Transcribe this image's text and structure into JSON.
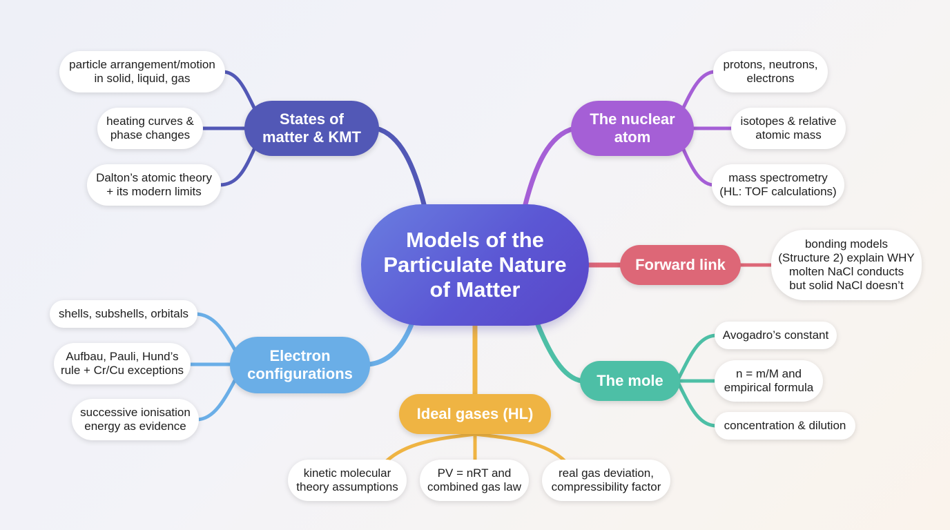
{
  "center": {
    "label": "Models of the\nParticulate Nature\nof Matter"
  },
  "colors": {
    "center": "#5b57d4",
    "states": "#5258b6",
    "nuclear": "#a55fd6",
    "forward": "#dd6777",
    "electron": "#6aaee7",
    "mole": "#4dbfa6",
    "ideal": "#efb443"
  },
  "branches": {
    "states": {
      "label": "States of\nmatter & KMT",
      "leaves": [
        "particle arrangement/motion\nin solid, liquid, gas",
        "heating curves &\nphase changes",
        "Dalton’s atomic theory\n+ its modern limits"
      ]
    },
    "nuclear": {
      "label": "The nuclear\natom",
      "leaves": [
        "protons, neutrons,\nelectrons",
        "isotopes & relative\natomic mass",
        "mass spectrometry\n(HL: TOF calculations)"
      ]
    },
    "forward": {
      "label": "Forward link",
      "leaves": [
        "bonding models\n(Structure 2) explain WHY\nmolten NaCl conducts\nbut solid NaCl doesn’t"
      ]
    },
    "electron": {
      "label": "Electron\nconfigurations",
      "leaves": [
        "shells, subshells, orbitals",
        "Aufbau, Pauli, Hund’s\nrule + Cr/Cu exceptions",
        "successive ionisation\nenergy as evidence"
      ]
    },
    "mole": {
      "label": "The mole",
      "leaves": [
        "Avogadro’s constant",
        "n = m/M and\nempirical formula",
        "concentration & dilution"
      ]
    },
    "ideal": {
      "label": "Ideal gases (HL)",
      "leaves": [
        "kinetic molecular\ntheory assumptions",
        "PV = nRT and\ncombined gas law",
        "real gas deviation,\ncompressibility factor"
      ]
    }
  }
}
